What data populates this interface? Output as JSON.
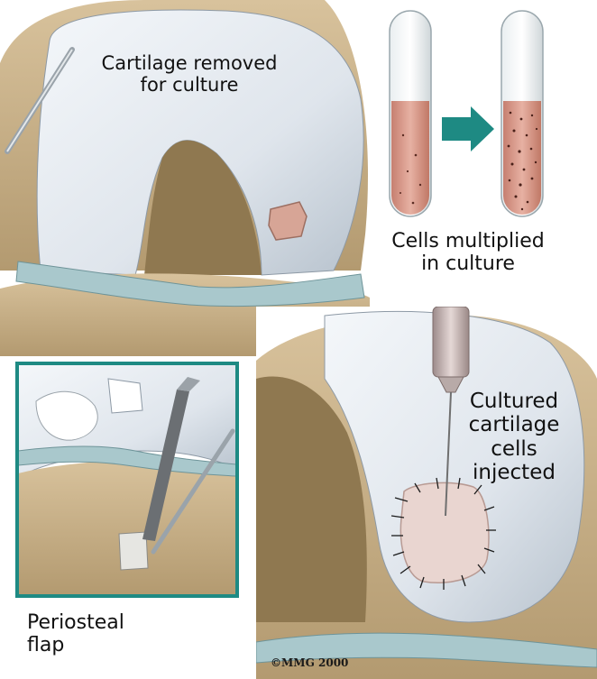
{
  "labels": {
    "cartilage_removed": "Cartilage removed\nfor culture",
    "cells_multiplied": "Cells multiplied\nin culture",
    "cells_injected": "Cultured\ncartilage\ncells\ninjected",
    "periosteal_flap": "Periosteal\nflap",
    "copyright": "©MMG 2000"
  },
  "colors": {
    "bone": "#c9b089",
    "bone_dark": "#a58c62",
    "cartilage": "#e6ebf0",
    "cartilage_shadow": "#aeb9c4",
    "meniscus": "#a9c8cc",
    "inset_border": "#1e8a83",
    "arrow": "#1e8a83",
    "culture_fluid": "#d89a8a",
    "defect": "#d7a596"
  },
  "icons": {
    "arrow": "right-arrow-icon",
    "test_tube": "test-tube-icon",
    "syringe": "syringe-icon",
    "scalpel": "scalpel-icon"
  }
}
